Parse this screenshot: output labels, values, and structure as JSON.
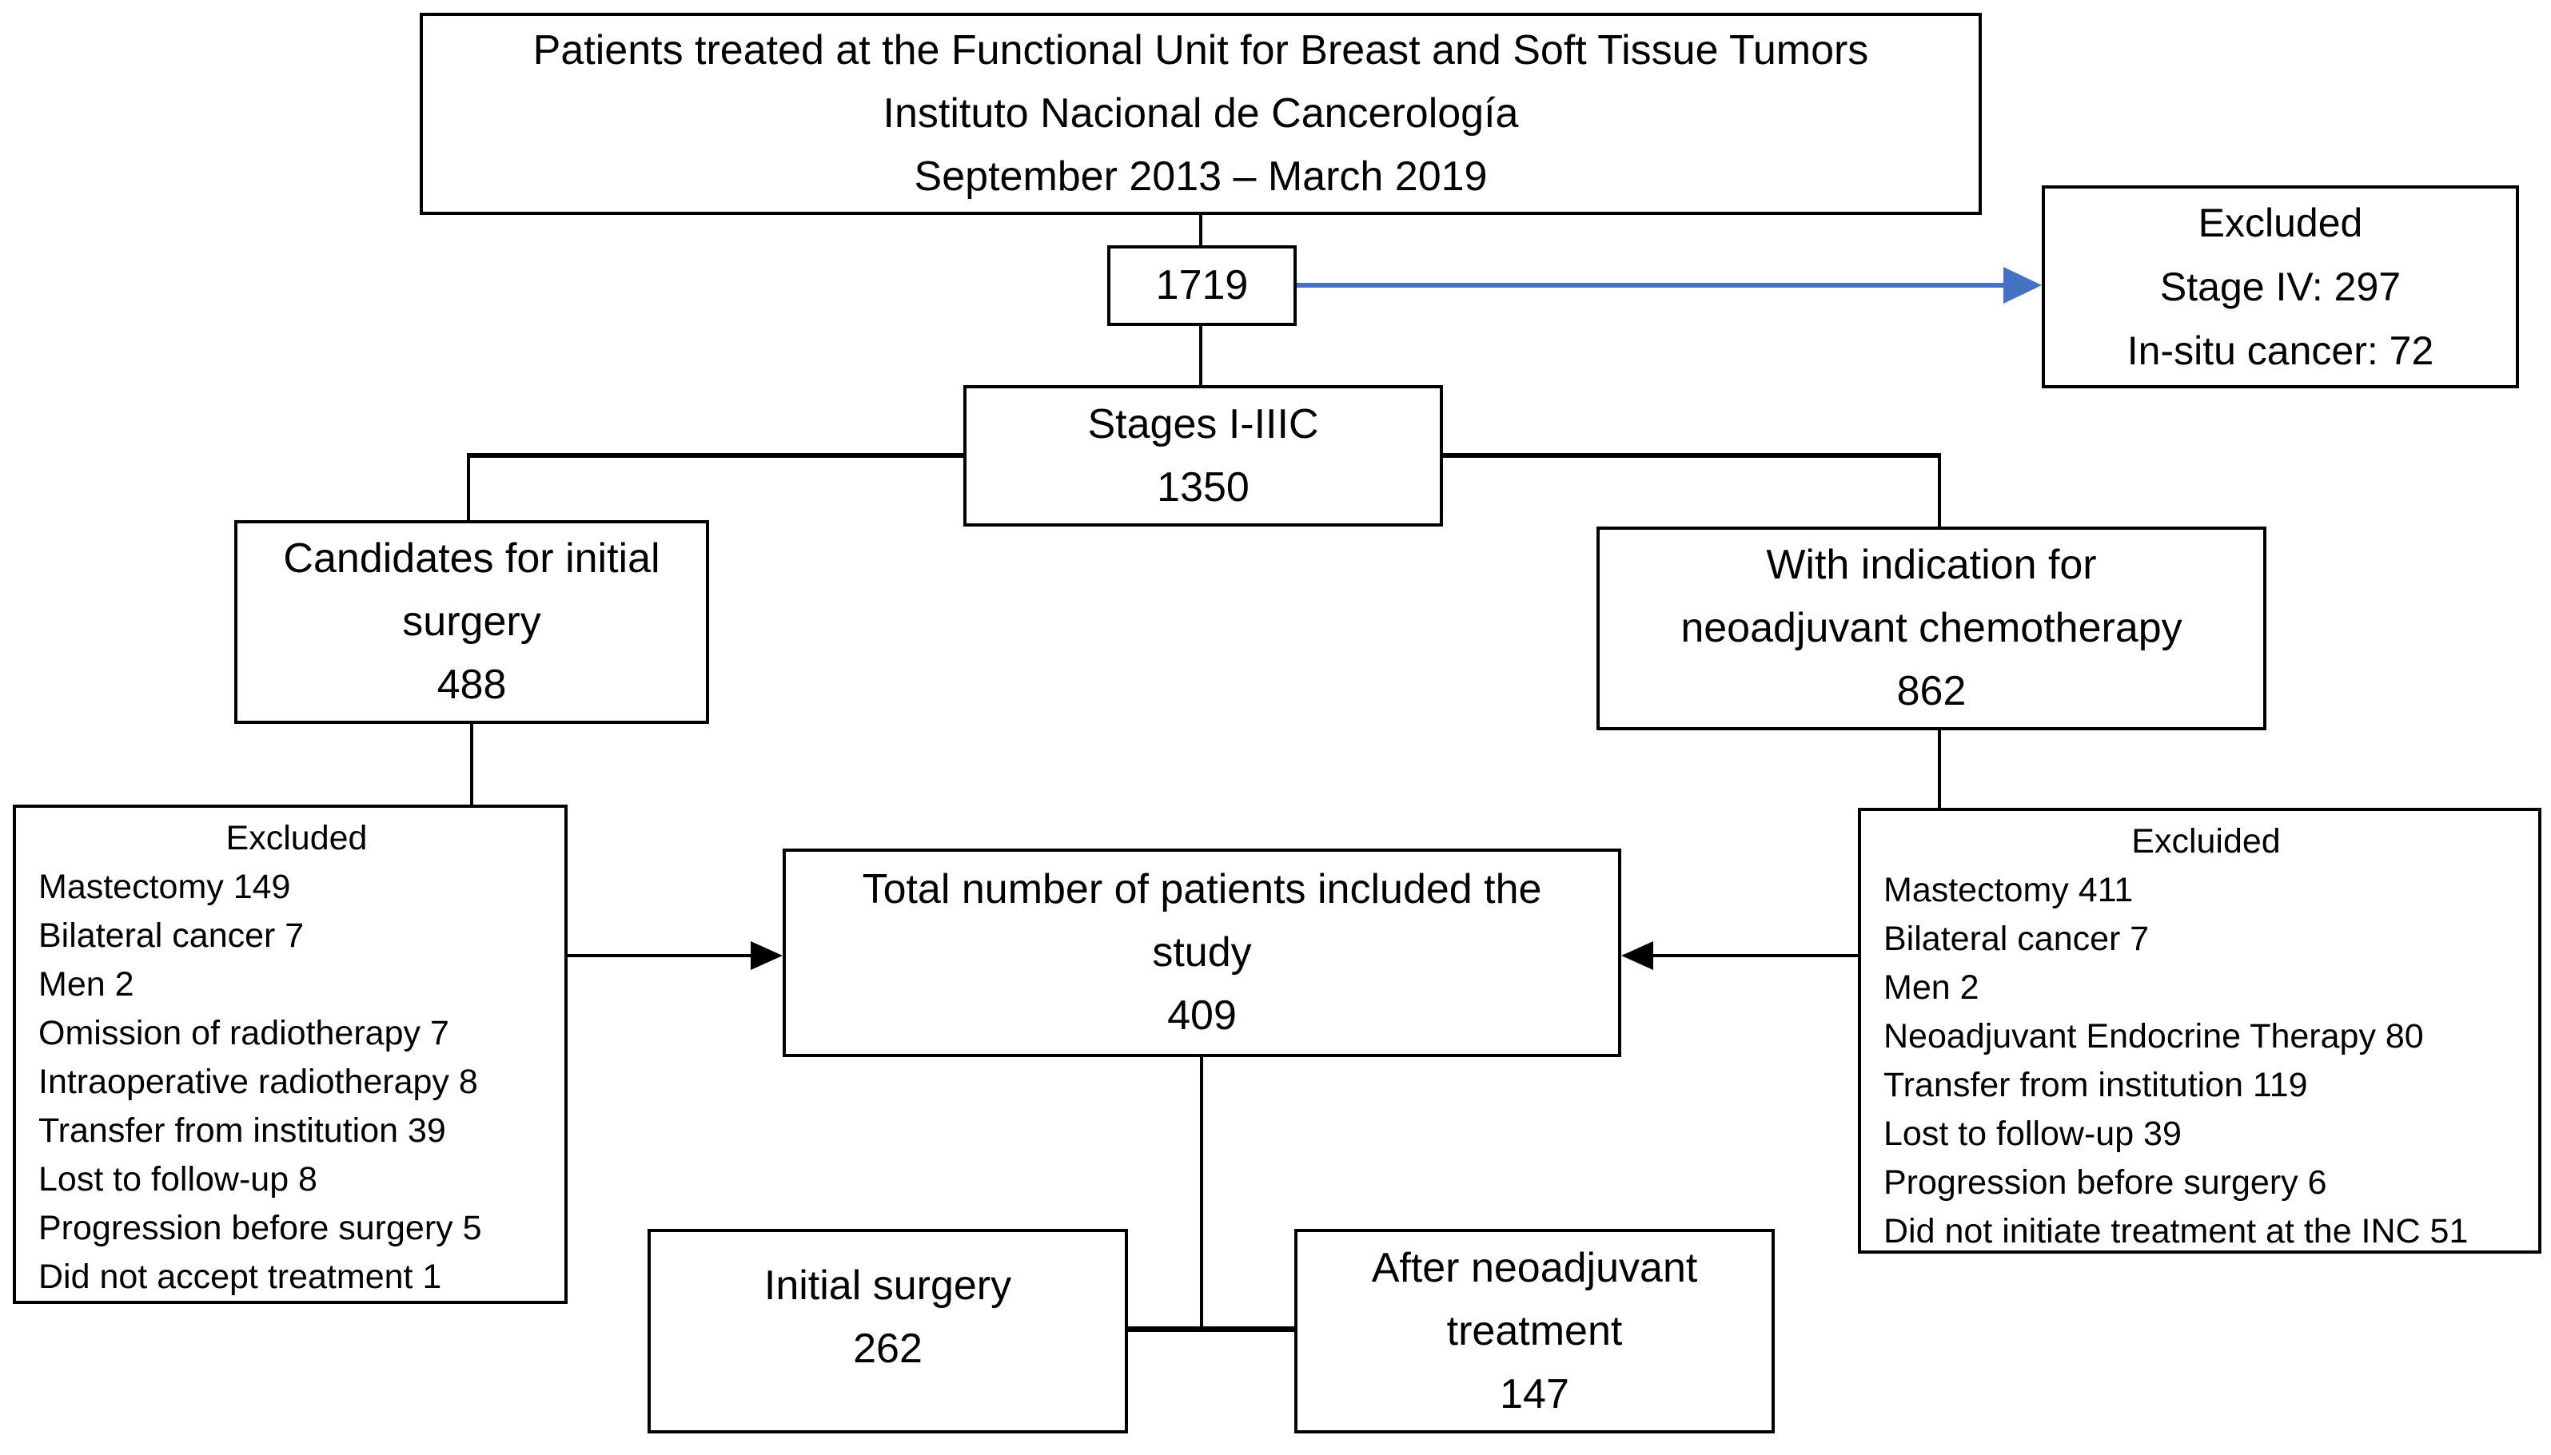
{
  "title_box": {
    "line1": "Patients treated at the Functional Unit for Breast and Soft Tissue Tumors",
    "line2": "Instituto Nacional de Cancerología",
    "line3": "September 2013 – March 2019"
  },
  "count_1719": "1719",
  "excluded_top": {
    "title": "Excluded",
    "line1": "Stage IV: 297",
    "line2": "In-situ cancer: 72"
  },
  "stages": {
    "line1": "Stages I-IIIC",
    "count": "1350"
  },
  "candidates": {
    "line1": "Candidates for initial",
    "line2": "surgery",
    "count": "488"
  },
  "neoadjuvant_indication": {
    "line1": "With indication for",
    "line2": "neoadjuvant chemotherapy",
    "count": "862"
  },
  "excluded_left": {
    "title": "Excluded",
    "items": [
      "Mastectomy 149",
      "Bilateral cancer 7",
      "Men 2",
      "Omission of radiotherapy 7",
      "Intraoperative radiotherapy 8",
      "Transfer from institution 39",
      "Lost to follow-up 8",
      "Progression before surgery 5",
      "Did not accept treatment 1"
    ]
  },
  "total_box": {
    "line1": "Total number of patients included the",
    "line2": "study",
    "count": "409"
  },
  "excluded_right": {
    "title": "Excluided",
    "items": [
      "Mastectomy 411",
      "Bilateral cancer 7",
      "Men 2",
      "Neoadjuvant Endocrine Therapy 80",
      "Transfer from institution 119",
      "Lost to follow-up 39",
      "Progression before surgery 6",
      "Did not initiate treatment at the INC 51"
    ]
  },
  "initial_surgery": {
    "line1": "Initial surgery",
    "count": "262"
  },
  "after_neoadjuvant": {
    "line1": "After neoadjuvant",
    "line2": "treatment",
    "count": "147"
  },
  "colors": {
    "arrow_blue": "#4472C4",
    "line_black": "#000000",
    "background": "#FFFFFF"
  }
}
